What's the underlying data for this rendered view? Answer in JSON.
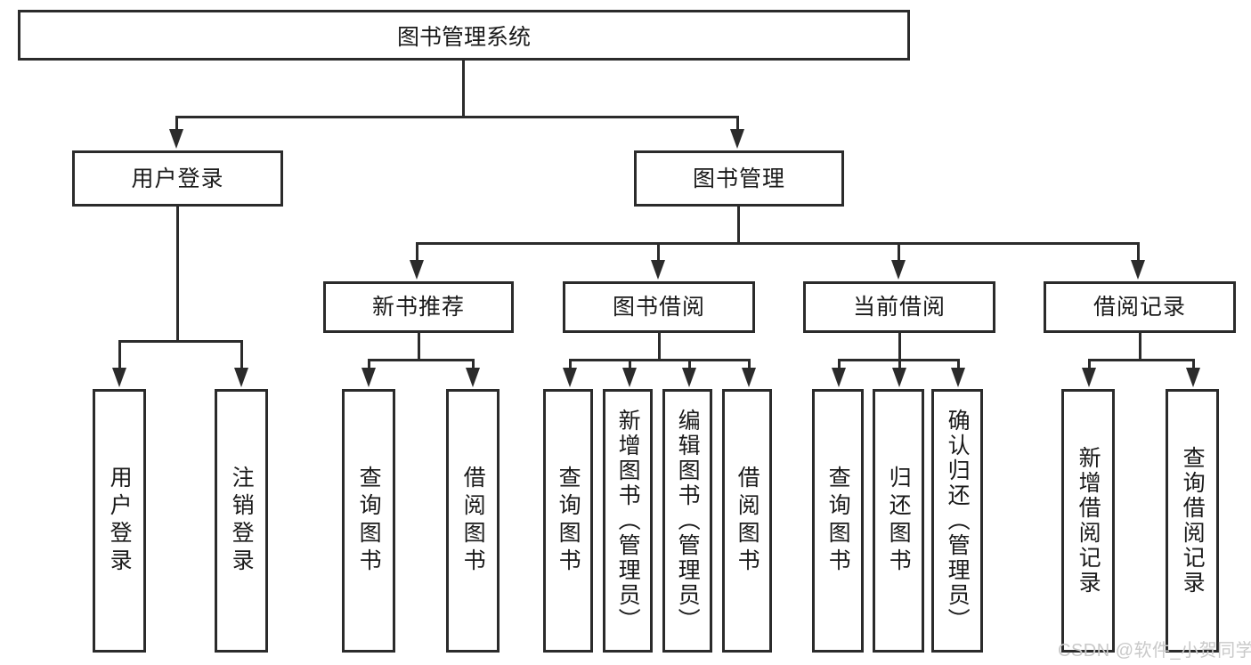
{
  "diagram": {
    "title_box": {
      "label": "图书管理系统"
    },
    "level2": [
      {
        "label": "用户登录"
      },
      {
        "label": "图书管理"
      }
    ],
    "level3": [
      {
        "label": "新书推荐"
      },
      {
        "label": "图书借阅"
      },
      {
        "label": "当前借阅"
      },
      {
        "label": "借阅记录"
      }
    ],
    "leaves": {
      "user_login": [
        {
          "label": "用户登录"
        },
        {
          "label": "注销登录"
        }
      ],
      "new_book_recommend": [
        {
          "label": "查询图书"
        },
        {
          "label": "借阅图书"
        }
      ],
      "book_borrow": [
        {
          "label": "查询图书"
        },
        {
          "label": "新增图书（管理员）"
        },
        {
          "label": "编辑图书（管理员）"
        },
        {
          "label": "借阅图书"
        }
      ],
      "current_borrow": [
        {
          "label": "查询图书"
        },
        {
          "label": "归还图书"
        },
        {
          "label": "确认归还（管理员）"
        }
      ],
      "borrow_record": [
        {
          "label": "新增借阅记录"
        },
        {
          "label": "查询借阅记录"
        }
      ]
    }
  },
  "watermark": {
    "text": "CSDN @软件_小贺同学"
  },
  "colors": {
    "border": "#2b2b2b",
    "background": "#ffffff",
    "text": "#1a1a1a",
    "watermark": "#c9c9c9"
  }
}
